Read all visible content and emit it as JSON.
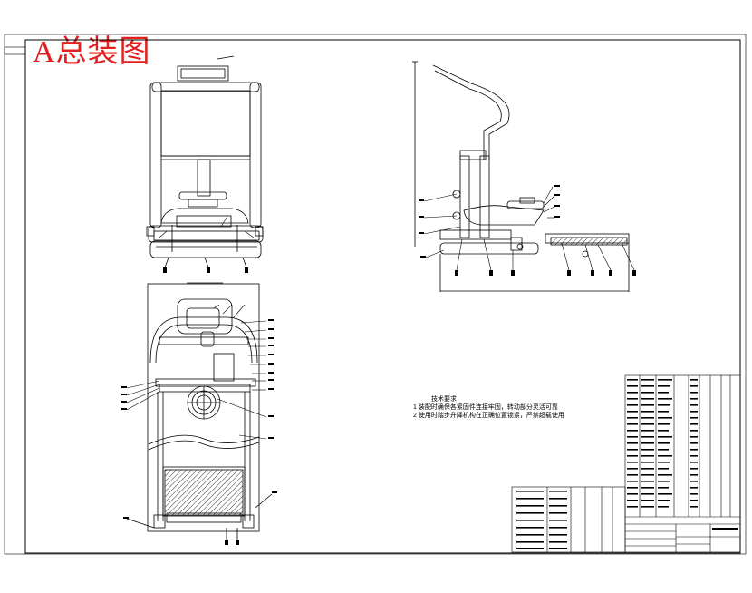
{
  "title": "A总装图",
  "notes": {
    "heading": "技术要求",
    "lines": [
      "1 装配时确保各紧固件连接牢固，转动部分灵活可靠",
      "2 使用时踏步升降机构在正确位置锁紧，严禁超载使用"
    ]
  },
  "colors": {
    "title": "#e0201e",
    "line": "#000000",
    "hatch": "#000000"
  }
}
